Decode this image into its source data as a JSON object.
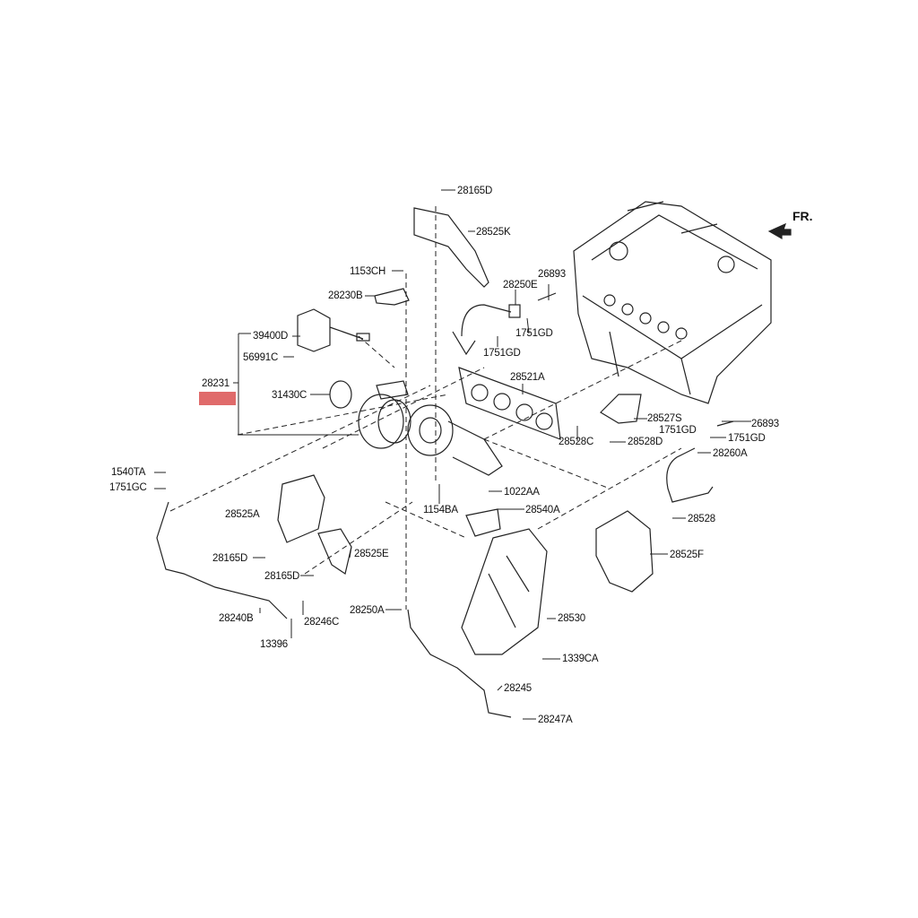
{
  "direction_label": "FR.",
  "highlight_color": "#e06b6b",
  "labels": {
    "l28165D_top": "28165D",
    "l28525K": "28525K",
    "l1153CH": "1153CH",
    "l28230B": "28230B",
    "l28250E": "28250E",
    "l26893_top": "26893",
    "l1751GD_a": "1751GD",
    "l1751GD_b": "1751GD",
    "l39400D": "39400D",
    "l56991C": "56991C",
    "l28231": "28231",
    "l31430C": "31430C",
    "l28521A": "28521A",
    "l28527S": "28527S",
    "l28528C": "28528C",
    "l28528D": "28528D",
    "l26893_r": "26893",
    "l1751GD_c": "1751GD",
    "l1751GD_d": "1751GD",
    "l28260A": "28260A",
    "l1540TA": "1540TA",
    "l1751GC": "1751GC",
    "l1022AA": "1022AA",
    "l1154BA": "1154BA",
    "l28540A": "28540A",
    "l28525A": "28525A",
    "l28528": "28528",
    "l28165D_l": "28165D",
    "l28165D_m": "28165D",
    "l28525E": "28525E",
    "l28525F": "28525F",
    "l28240B": "28240B",
    "l28246C": "28246C",
    "l28250A": "28250A",
    "l28530": "28530",
    "l13396": "13396",
    "l1339CA": "1339CA",
    "l28245": "28245",
    "l28247A": "28247A"
  }
}
